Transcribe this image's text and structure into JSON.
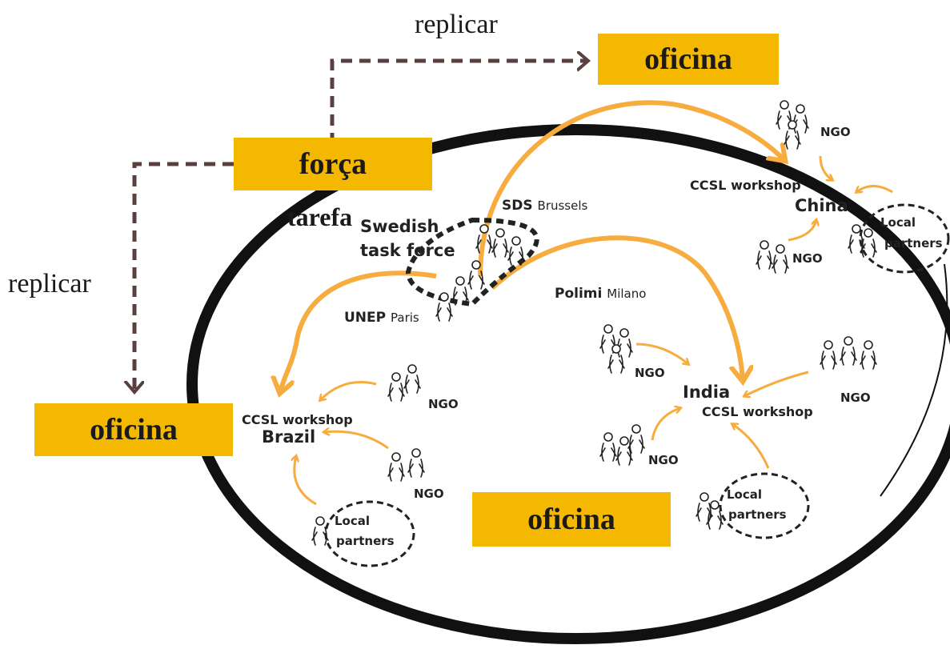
{
  "title_boxes": {
    "top_oficina": "oficina",
    "forca": "força",
    "tarefa": "tarefa",
    "left_oficina": "oficina",
    "bottom_oficina": "oficina"
  },
  "replicar_top": "replicar",
  "replicar_left": "replicar",
  "nodes": {
    "sds": {
      "bold": "SDS",
      "city": "Brussels"
    },
    "swedish_line1": "Swedish",
    "swedish_line2": "task force",
    "polimi": {
      "bold": "Polimi",
      "city": "Milano"
    },
    "unep": {
      "bold": "UNEP",
      "city": "Paris"
    },
    "china_workshop": "CCSL workshop",
    "china": "China",
    "brazil_workshop": "CCSL workshop",
    "brazil": "Brazil",
    "india": "India",
    "india_workshop": "CCSL workshop",
    "ngo": "NGO",
    "local_line1": "Local",
    "local_line2": "partners"
  },
  "colors": {
    "box": "#f5b800",
    "arrow_orange": "#f6ac3e",
    "dashed_brown": "#5a3f3f",
    "ellipse": "#111111"
  }
}
